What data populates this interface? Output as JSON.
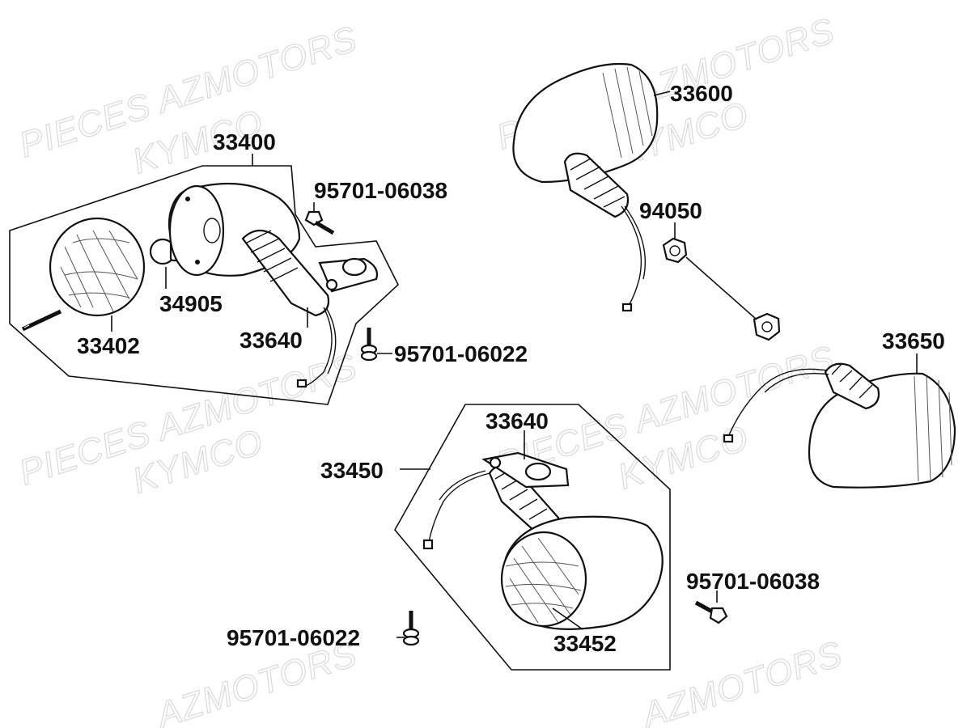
{
  "watermark": {
    "line1": "PIECES AZMOTORS",
    "line2": "KYMCO",
    "line3": "AZMOTORS"
  },
  "labels": {
    "p33400": "33400",
    "p95701_06038_a": "95701-06038",
    "p34905": "34905",
    "p33402": "33402",
    "p33640_a": "33640",
    "p95701_06022_a": "95701-06022",
    "p33600": "33600",
    "p94050": "94050",
    "p33650": "33650",
    "p33640_b": "33640",
    "p33450": "33450",
    "p95701_06038_b": "95701-06038",
    "p95701_06022_b": "95701-06022",
    "p33452": "33452"
  }
}
